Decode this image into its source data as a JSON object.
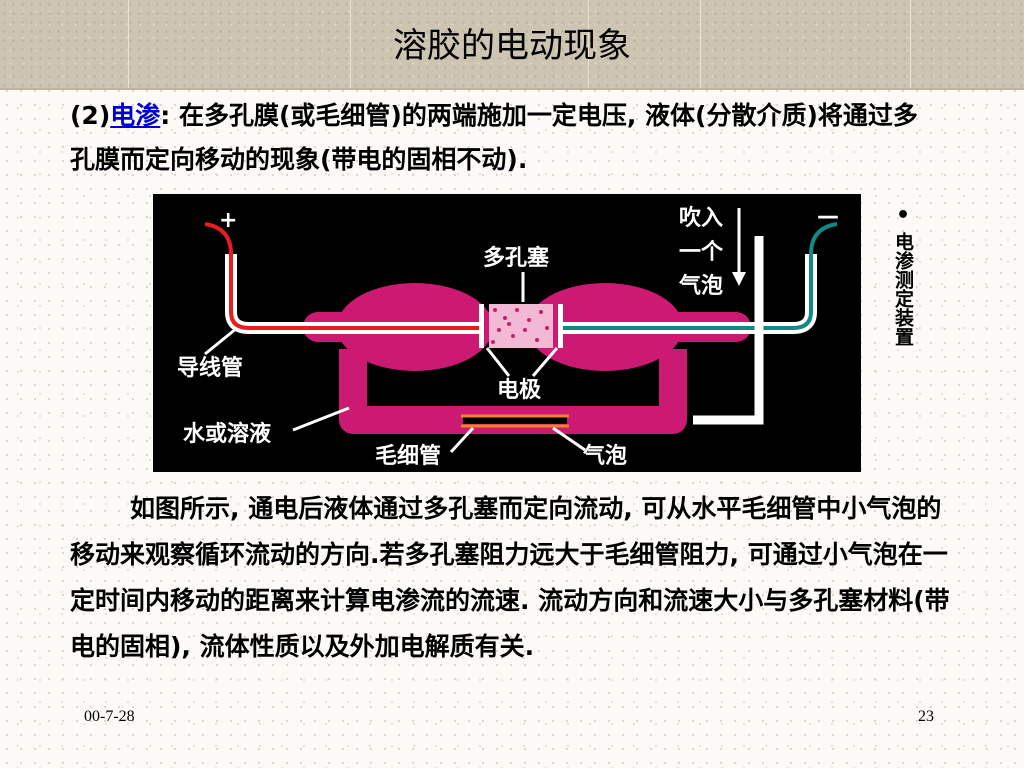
{
  "title": "溶胶的电动现象",
  "intro": {
    "prefix": "(2)",
    "term": "电渗",
    "text": ": 在多孔膜(或毛细管)的两端施加一定电压, 液体(分散介质)将通过多孔膜而定向移动的现象(带电的固相不动)."
  },
  "diagram": {
    "plus": "+",
    "minus": "—",
    "plug_label": "多孔塞",
    "bubble_in_line1": "吹入",
    "bubble_in_line2": "一个",
    "bubble_in_line3": "气泡",
    "wire_tube": "导线管",
    "electrode": "电极",
    "water_or_solution": "水或溶液",
    "capillary": "毛细管",
    "bubble": "气泡",
    "colors": {
      "tube": "#cc1a72",
      "positive_wire": "#e81d1d",
      "negative_wire": "#0f8a86",
      "capillary_bubble": "#f0822a",
      "background": "#000000"
    }
  },
  "side_caption": {
    "bullet": "•",
    "text": "电渗测定装置"
  },
  "body": "如图所示, 通电后液体通过多孔塞而定向流动, 可从水平毛细管中小气泡的移动来观察循环流动的方向.若多孔塞阻力远大于毛细管阻力, 可通过小气泡在一定时间内移动的距离来计算电渗流的流速. 流动方向和流速大小与多孔塞材料(带电的固相), 流体性质以及外加电解质有关.",
  "footer": {
    "date": "00-7-28",
    "page": "23"
  }
}
